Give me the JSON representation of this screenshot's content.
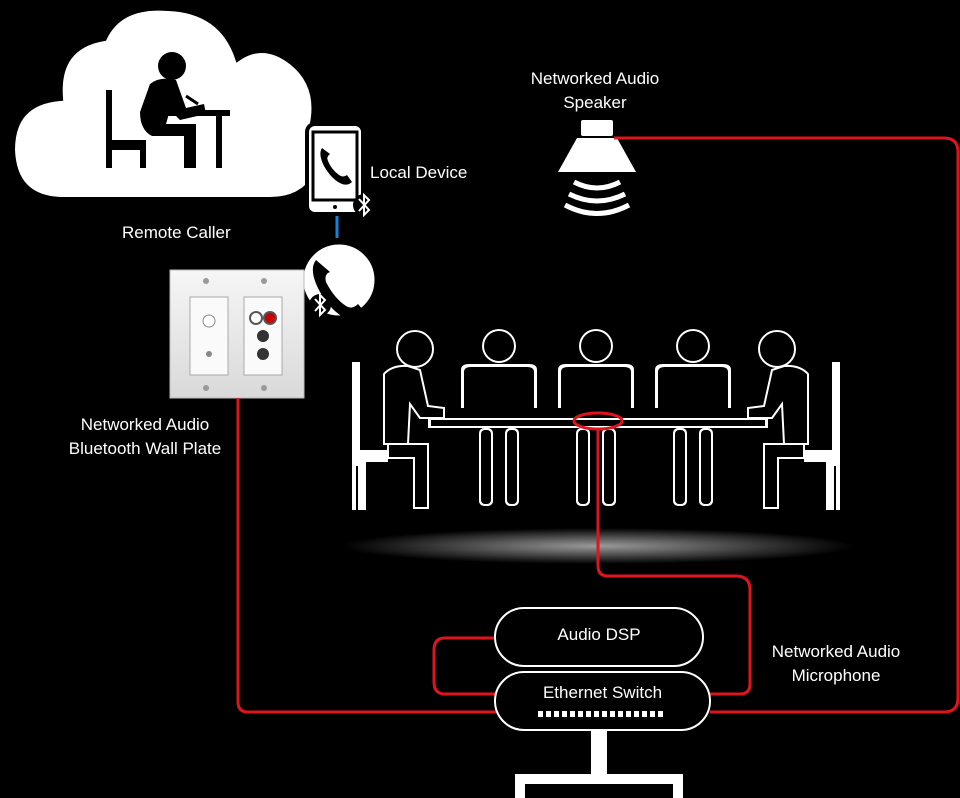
{
  "labels": {
    "remote_caller": "Remote Caller",
    "local_device": "Local Device",
    "speaker_line1": "Networked Audio",
    "speaker_line2": "Speaker",
    "wallplate_line1": "Networked Audio",
    "wallplate_line2": "Bluetooth Wall Plate",
    "mic_line1": "Networked Audio",
    "mic_line2": "Microphone",
    "audio_dsp": "Audio DSP",
    "ethernet_switch": "Ethernet Switch"
  },
  "icons": [
    "cloud-icon",
    "person-at-desk-icon",
    "smartphone-icon",
    "bluetooth-icon",
    "phone-handset-icon",
    "speaker-icon",
    "wall-plate-icon",
    "people-at-table-icon",
    "microphone-ring-icon"
  ],
  "colors": {
    "background": "#000000",
    "connection_red": "#e0141c",
    "bluetooth_link": "#1e7fd6",
    "device_white": "#ffffff"
  }
}
